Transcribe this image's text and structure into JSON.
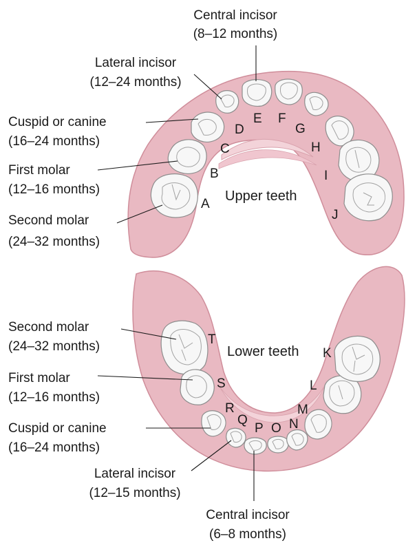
{
  "upper": {
    "region_label": "Upper teeth",
    "labels": [
      {
        "id": "central",
        "name": "Central incisor",
        "age": "(8–12 months)"
      },
      {
        "id": "lateral",
        "name": "Lateral incisor",
        "age": "(12–24 months)"
      },
      {
        "id": "cuspid",
        "name": "Cuspid or canine",
        "age": "(16–24 months)"
      },
      {
        "id": "first-molar",
        "name": "First molar",
        "age": "(12–16 months)"
      },
      {
        "id": "second-molar",
        "name": "Second molar",
        "age": "(24–32 months)"
      }
    ],
    "letters": [
      "A",
      "B",
      "C",
      "D",
      "E",
      "F",
      "G",
      "H",
      "I",
      "J"
    ]
  },
  "lower": {
    "region_label": "Lower teeth",
    "labels": [
      {
        "id": "second-molar",
        "name": "Second molar",
        "age": "(24–32 months)"
      },
      {
        "id": "first-molar",
        "name": "First molar",
        "age": "(12–16 months)"
      },
      {
        "id": "cuspid",
        "name": "Cuspid or canine",
        "age": "(16–24 months)"
      },
      {
        "id": "lateral",
        "name": "Lateral incisor",
        "age": "(12–15 months)"
      },
      {
        "id": "central",
        "name": "Central incisor",
        "age": "(6–8 months)"
      }
    ],
    "letters": [
      "K",
      "L",
      "M",
      "N",
      "O",
      "P",
      "Q",
      "R",
      "S",
      "T"
    ]
  },
  "colors": {
    "gum": "#e9b9c2",
    "gum_edge": "#cf8d9a",
    "palate": "#f3d3d9",
    "tooth": "#f7f7f7",
    "tooth_outline": "#8d8d8d"
  }
}
